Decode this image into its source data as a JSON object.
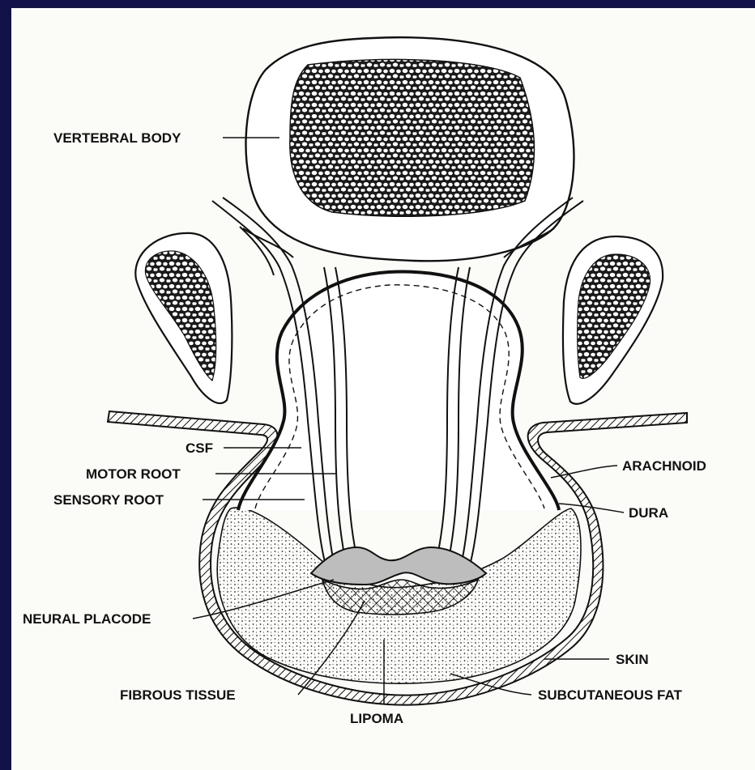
{
  "colors": {
    "frame": "#12124a",
    "paper": "#fbfbf8",
    "ink": "#111111",
    "placode": "#bdbdbd"
  },
  "labels": {
    "vertebral_body": "VERTEBRAL BODY",
    "csf": "CSF",
    "motor_root": "MOTOR ROOT",
    "sensory_root": "SENSORY ROOT",
    "arachnoid": "ARACHNOID",
    "dura": "DURA",
    "neural_placode": "NEURAL PLACODE",
    "skin": "SKIN",
    "fibrous_tissue": "FIBROUS TISSUE",
    "subcutaneous_fat": "SUBCUTANEOUS FAT",
    "lipoma": "LIPOMA"
  }
}
